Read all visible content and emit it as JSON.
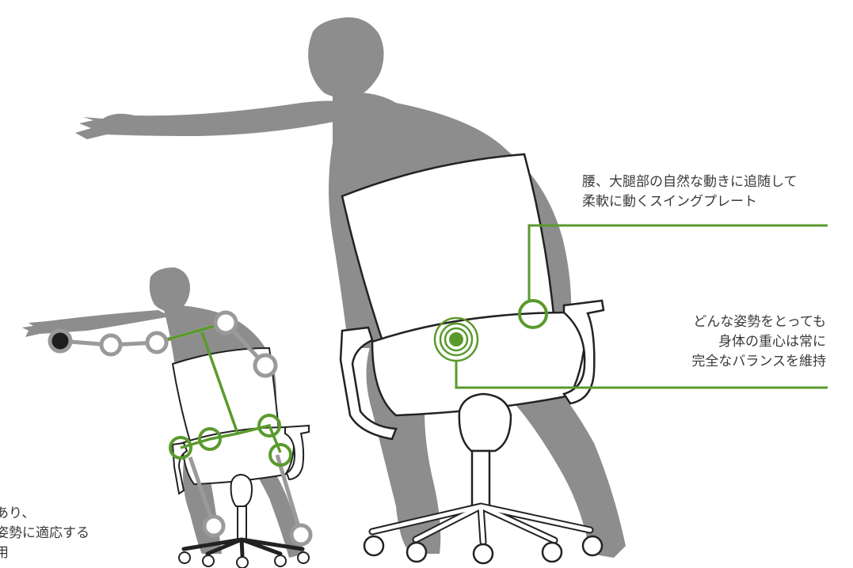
{
  "callouts": {
    "swing_plate": {
      "line1": "腰、大腿部の自然な動きに追随して",
      "line2": "柔軟に動くスイングプレート"
    },
    "balance": {
      "line1": "どんな姿勢をとっても",
      "line2": "身体の重心は常に",
      "line3": "完全なバランスを維持"
    },
    "cutoff_left": {
      "line1": "あり、",
      "line2": "姿勢に適応する",
      "line3": "用"
    }
  },
  "colors": {
    "silhouette": "#8d8d8d",
    "accent_green": "#5a9a2d",
    "joint_gray": "#9a9a9a",
    "hand_dark": "#1e1e1e",
    "chair_outline": "#222222",
    "text": "#3a3a3a"
  }
}
